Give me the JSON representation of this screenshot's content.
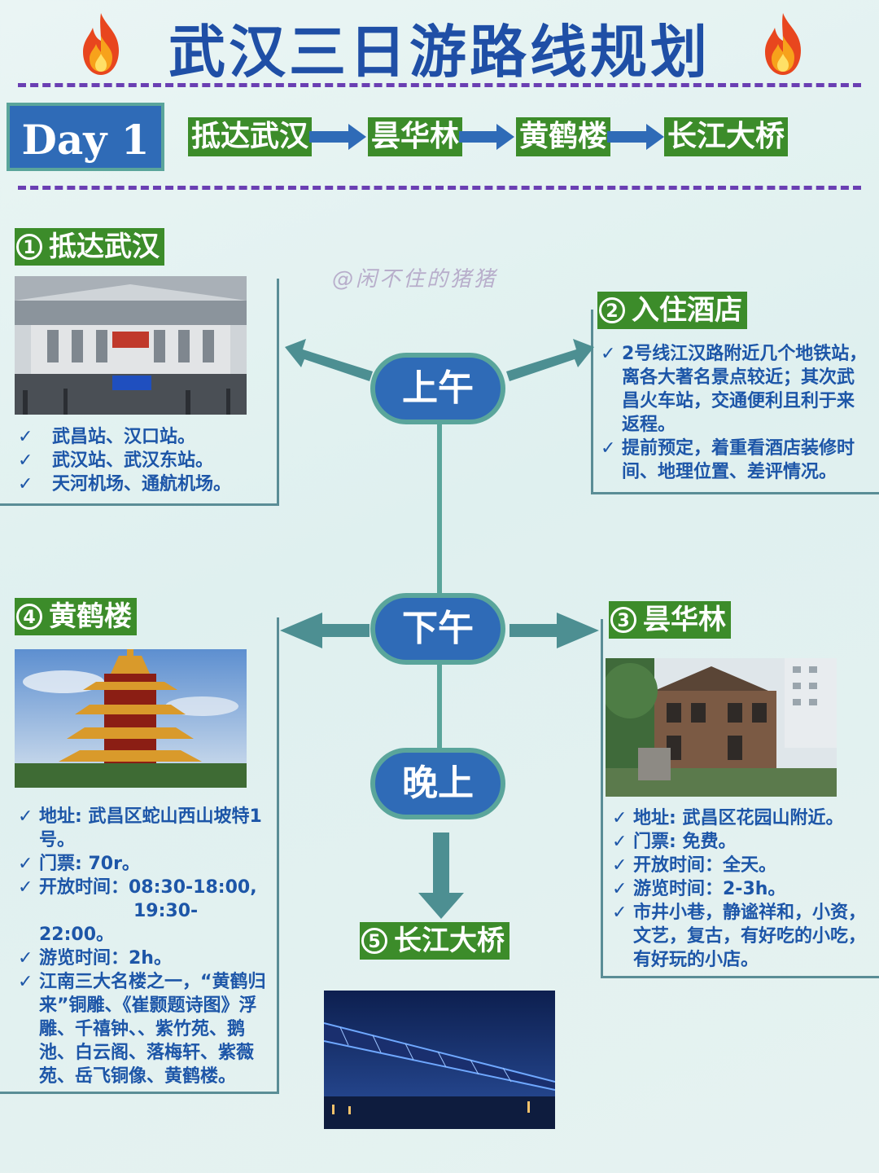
{
  "header": {
    "title": "武汉三日游路线规划",
    "flame_icon": "fire-emoji"
  },
  "day": {
    "label": "Day 1",
    "route": [
      "抵达武汉",
      "昙华林",
      "黄鹤楼",
      "长江大桥"
    ]
  },
  "watermark": "@闲不住的猪猪",
  "times": {
    "morning": "上午",
    "afternoon": "下午",
    "evening": "晚上"
  },
  "sections": {
    "arrive": {
      "num": "1",
      "title": "抵达武汉",
      "bullets": [
        "武昌站、汉口站。",
        "武汉站、武汉东站。",
        "天河机场、通航机场。"
      ]
    },
    "hotel": {
      "num": "2",
      "title": "入住酒店",
      "bullets": [
        "2号线江汉路附近几个地铁站，离各大著名景点较近；其次武昌火车站，交通便利且利于来返程。",
        "提前预定，着重看酒店装修时间、地理位置、差评情况。"
      ]
    },
    "tanhualin": {
      "num": "3",
      "title": "昙华林",
      "bullets": [
        "地址: 武昌区花园山附近。",
        "门票: 免费。",
        "开放时间：全天。",
        "游览时间：2-3h。",
        "市井小巷，静谧祥和，小资，文艺，复古，有好吃的小吃，有好玩的小店。"
      ]
    },
    "yellowcrane": {
      "num": "4",
      "title": "黄鹤楼",
      "bullets": [
        "地址: 武昌区蛇山西山坡特1号。",
        "门票: 70r。",
        "开放时间：08:30-18:00,",
        "游览时间：2h。",
        "江南三大名楼之一，“黄鹤归来”铜雕、《崔颢题诗图》浮雕、千禧钟、、紫竹苑、鹅池、白云阁、落梅轩、紫薇苑、岳飞铜像、黄鹤楼。"
      ],
      "hours_extra": "19:30-22:00。"
    },
    "bridge": {
      "num": "5",
      "title": "长江大桥"
    }
  },
  "colors": {
    "title": "#1f4fa6",
    "accent_blue": "#2f6bb7",
    "tag_green": "#3c8c2a",
    "teal": "#5aa59b",
    "dash_purple": "#6a3fb3",
    "text_blue": "#1d56a8"
  }
}
